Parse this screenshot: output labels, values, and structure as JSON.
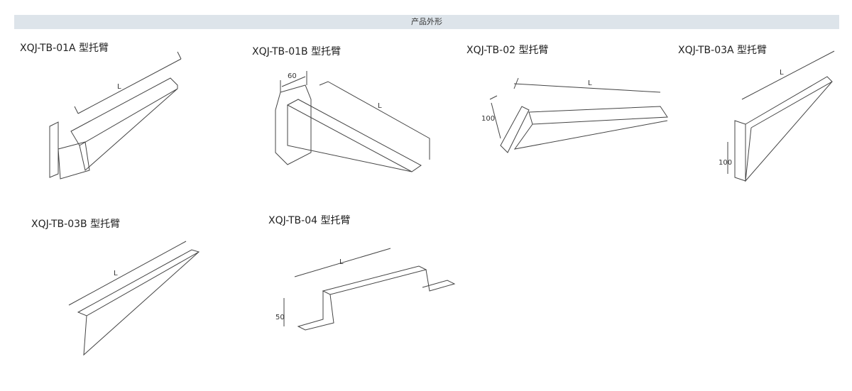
{
  "header": {
    "title": "产品外形"
  },
  "products": [
    {
      "label": "XQJ-TB-01A 型托臂",
      "dims": [
        "L"
      ]
    },
    {
      "label": "XQJ-TB-01B 型托臂",
      "dims": [
        "60",
        "L"
      ]
    },
    {
      "label": "XQJ-TB-02 型托臂",
      "dims": [
        "100",
        "L"
      ]
    },
    {
      "label": "XQJ-TB-03A 型托臂",
      "dims": [
        "L",
        "100"
      ]
    },
    {
      "label": "XQJ-TB-03B 型托臂",
      "dims": [
        "L"
      ]
    },
    {
      "label": "XQJ-TB-04 型托臂",
      "dims": [
        "L",
        "50"
      ]
    }
  ]
}
